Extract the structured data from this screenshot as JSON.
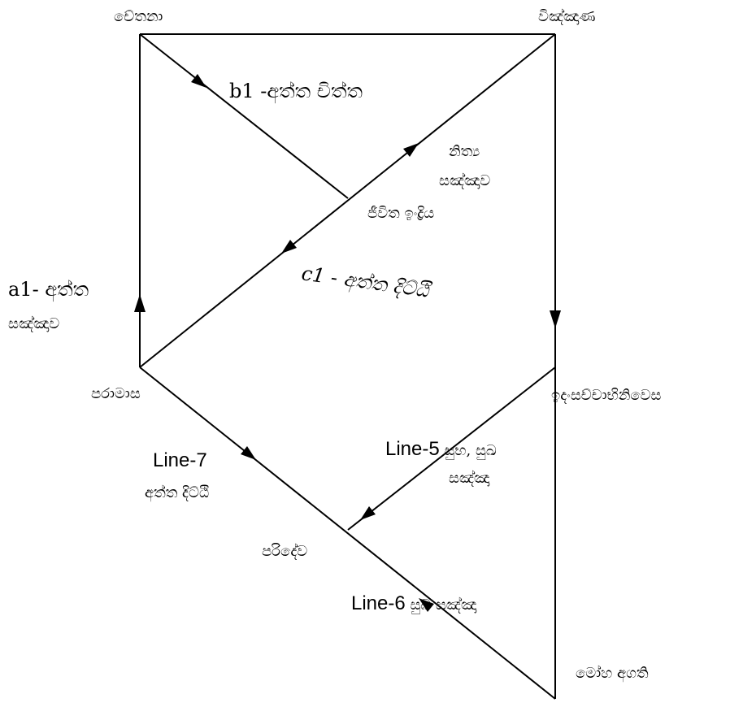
{
  "diagram": {
    "nodes": {
      "chetana": "චේතනා",
      "vinnana": "විඤ්ඤාණ",
      "paramasa": "පරාමාස",
      "idamsacca": "ඉදංසච්චාභිනිවෙස",
      "parideva": "පරිදේව",
      "moha": "මෝහ අගති",
      "jivita": "ජීවිත ඉංද්‍රිය"
    },
    "labels": {
      "a1_line1": "a1- අත්ත",
      "a1_line2": "සඤ්ඤාව",
      "b1": "b1 -අත්ත  චිත්ත",
      "c1": "c1 - අත්ත  දිට්ඨි",
      "nicca_line1": "නිත්‍ය",
      "nicca_line2": "සඤ්ඤාව",
      "line5_a": "Line-5",
      "line5_b": " සුභ, සුඛ",
      "line5_c": "සඤ්ඤා",
      "line6_a": "Line-6",
      "line6_b": " සුඛ සඤ්ඤා",
      "line7_a": "Line-7",
      "line7_b": "අත්ත  දිට්ඨි"
    }
  }
}
